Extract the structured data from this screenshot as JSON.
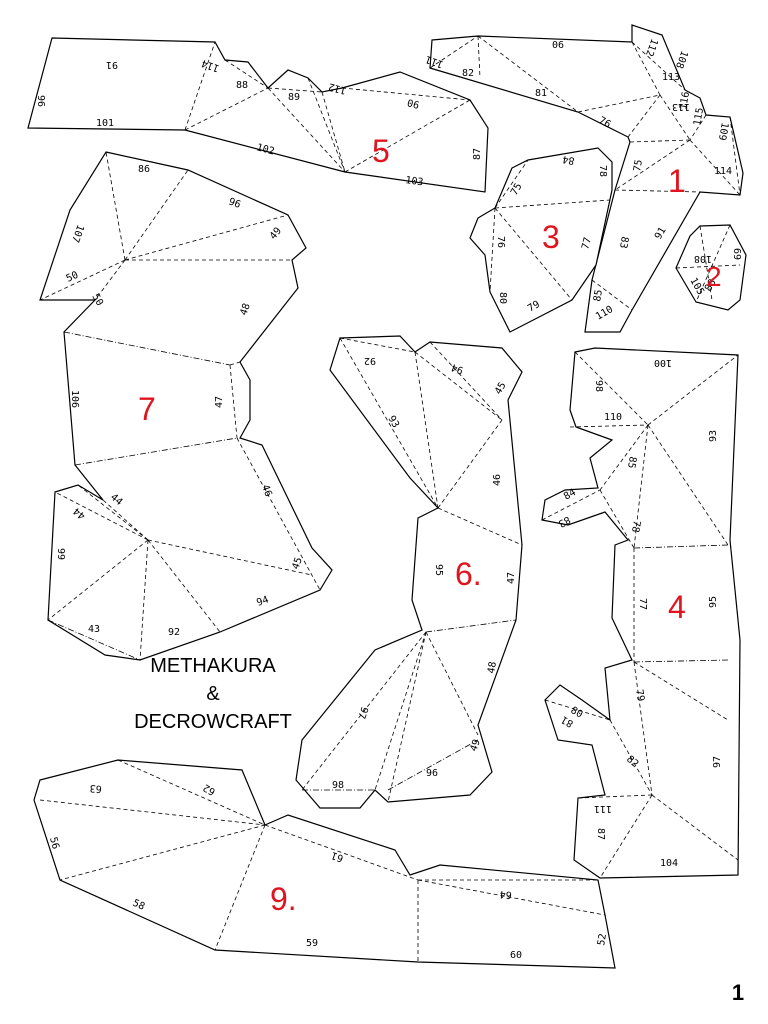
{
  "sheet": {
    "credit_lines": [
      "METHAKURA",
      "&",
      "DECROWCRAFT"
    ],
    "page_number": "1",
    "colors": {
      "line": "#000000",
      "part_number": "#e0141e",
      "paper": "#ffffff"
    },
    "parts": [
      {
        "id": "part-5",
        "label": "5"
      },
      {
        "id": "part-1",
        "label": "1"
      },
      {
        "id": "part-2",
        "label": "2"
      },
      {
        "id": "part-3",
        "label": "3"
      },
      {
        "id": "part-7",
        "label": "7"
      },
      {
        "id": "part-6",
        "label": "6."
      },
      {
        "id": "part-4",
        "label": "4"
      },
      {
        "id": "part-9",
        "label": "9."
      }
    ],
    "edge_numbers": {
      "part5": [
        "96",
        "91",
        "114",
        "88",
        "89",
        "112",
        "90",
        "101",
        "102",
        "87",
        "103"
      ],
      "part1": [
        "06",
        "111",
        "82",
        "81",
        "76",
        "112",
        "108",
        "113",
        "113",
        "116",
        "115",
        "109",
        "114",
        "75",
        "83",
        "91",
        "85",
        "110"
      ],
      "part2": [
        "108",
        "69",
        "105",
        "88"
      ],
      "part3": [
        "84",
        "78",
        "75",
        "76",
        "77",
        "80",
        "79"
      ],
      "part7": [
        "86",
        "96",
        "107",
        "49",
        "50",
        "50",
        "48",
        "106",
        "47",
        "44",
        "46",
        "44",
        "99",
        "45",
        "43",
        "92",
        "94"
      ],
      "part6": [
        "92",
        "94",
        "45",
        "93",
        "46",
        "95",
        "47",
        "48",
        "97",
        "49",
        "98",
        "96"
      ],
      "part4": [
        "100",
        "98",
        "110",
        "93",
        "85",
        "84",
        "83",
        "78",
        "77",
        "95",
        "79",
        "80",
        "81",
        "82",
        "97",
        "111",
        "87",
        "104"
      ],
      "part9": [
        "63",
        "62",
        "56",
        "61",
        "58",
        "64",
        "59",
        "60",
        "52"
      ]
    }
  }
}
